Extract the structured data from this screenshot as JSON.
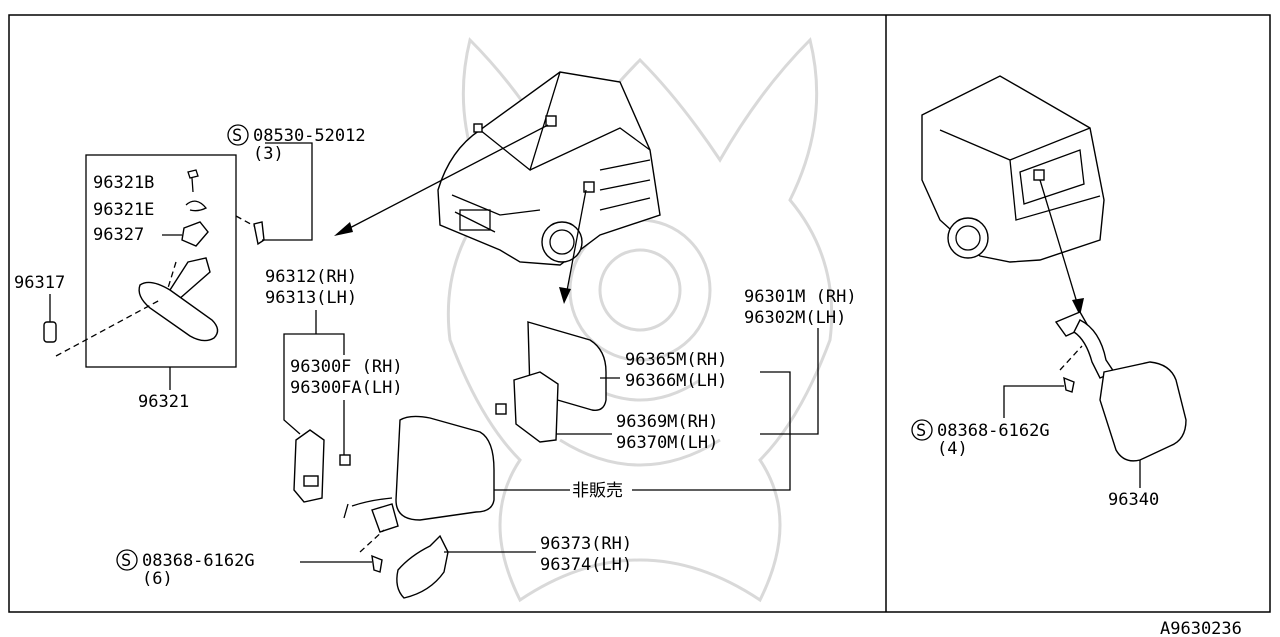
{
  "diagram": {
    "frame_color": "#000000",
    "background": "#ffffff",
    "watermark_color": "#d9d9d9",
    "footer_code": "A9630236",
    "left_panel": {
      "callouts": {
        "p08530_main": "08530-52012",
        "p08530_qty": "(3)",
        "p96321B": "96321B",
        "p96321E": "96321E",
        "p96327": "96327",
        "p96317": "96317",
        "p96321": "96321",
        "p96312": "96312(RH)",
        "p96313": "96313(LH)",
        "p96300F": "96300F (RH)",
        "p96300FA": "96300FA(LH)",
        "p96301M": "96301M (RH)",
        "p96302M": "96302M(LH)",
        "p96365M": "96365M(RH)",
        "p96366M": "96366M(LH)",
        "p96369M": "96369M(RH)",
        "p96370M": "96370M(LH)",
        "not_sold": "非販売",
        "p08368_main": "08368-6162G",
        "p08368_qty": "(6)",
        "p96373": "96373(RH)",
        "p96374": "96374(LH)"
      }
    },
    "right_panel": {
      "callouts": {
        "p08368_main": "08368-6162G",
        "p08368_qty": "(4)",
        "p96340": "96340"
      }
    },
    "symbols": {
      "s_marker": "S"
    }
  }
}
